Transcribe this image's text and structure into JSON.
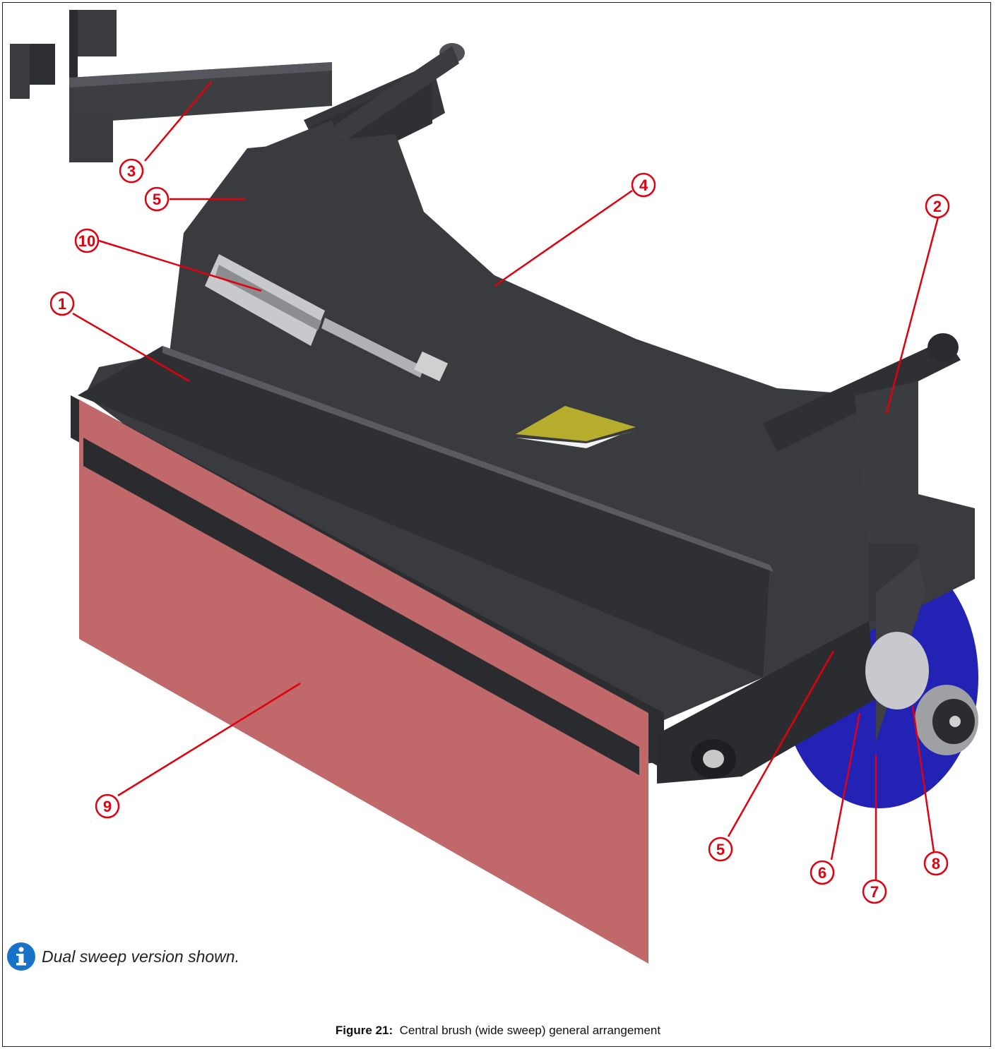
{
  "figure": {
    "note_text": "Dual sweep version shown.",
    "note_icon": "info-icon",
    "caption_label": "Figure 21:",
    "caption_text": "Central brush (wide sweep) general arrangement",
    "callout_color": "#e0000e",
    "callouts": [
      "1",
      "2",
      "3",
      "4",
      "5",
      "5",
      "6",
      "7",
      "8",
      "9",
      "10"
    ]
  },
  "colors": {
    "body": "#3a3b3e",
    "body_dark": "#26272a",
    "flap": "#c0686a",
    "brush": "#2020b0",
    "plate": "#b7ad2c"
  }
}
